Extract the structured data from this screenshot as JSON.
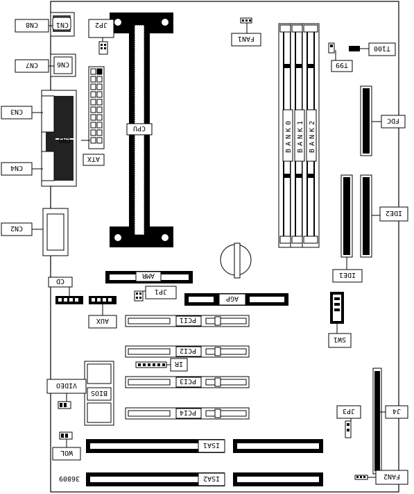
{
  "board_number": "36809",
  "labels": {
    "cn1": "CN1",
    "cn2": "CN2",
    "cn3": "CN3",
    "cn4": "CN4",
    "cn5": "CN5",
    "cn6": "CN6",
    "cn7": "CN7",
    "cn8": "CN8",
    "jp1": "JP1",
    "jp2": "JP2",
    "jp3": "JP3",
    "fan1": "FAN1",
    "fan2": "FAN2",
    "t100": "T100",
    "t99": "T99",
    "cpu": "CPU",
    "atx": "ATX",
    "fdc": "FDC",
    "ide1": "IDE1",
    "ide2": "IDE2",
    "bank0": "BANK0",
    "bank1": "BANK1",
    "bank2": "BANK2",
    "amr": "AMR",
    "agp": "AGP",
    "pci1": "PCI1",
    "pci2": "PCI2",
    "pci3": "PCI3",
    "pci4": "PCI4",
    "cd": "CD",
    "aux": "AUX",
    "ir": "IR",
    "sw1": "SW1",
    "bios": "BIOS",
    "video": "VIDEO",
    "wol": "WOL",
    "isa1": "ISA1",
    "isa2": "ISA2",
    "j4": "J4"
  }
}
